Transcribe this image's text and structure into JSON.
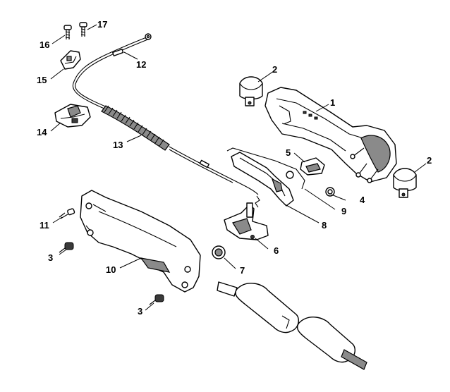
{
  "diagram": {
    "callouts": {
      "c1": "1",
      "c2a": "2",
      "c2b": "2",
      "c3a": "3",
      "c3b": "3",
      "c4": "4",
      "c5": "5",
      "c6": "6",
      "c7": "7",
      "c8": "8",
      "c9": "9",
      "c10": "10",
      "c11": "11",
      "c12": "12",
      "c13": "13",
      "c14": "14",
      "c15": "15",
      "c16": "16",
      "c17": "17"
    }
  }
}
